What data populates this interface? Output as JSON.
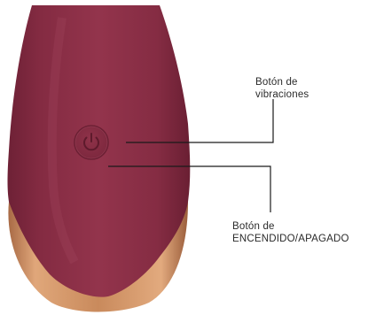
{
  "device": {
    "body_color": "#8c2f46",
    "accent_color": "#c98a5c",
    "button_icon": "power-icon"
  },
  "callouts": {
    "vibration": {
      "line1": "Botón de",
      "line2": "vibraciones"
    },
    "power": {
      "line1": "Botón de",
      "line2": "ENCENDIDO/APAGADO"
    }
  },
  "colors": {
    "line": "#1a1a1a",
    "text": "#2a2a2a"
  }
}
